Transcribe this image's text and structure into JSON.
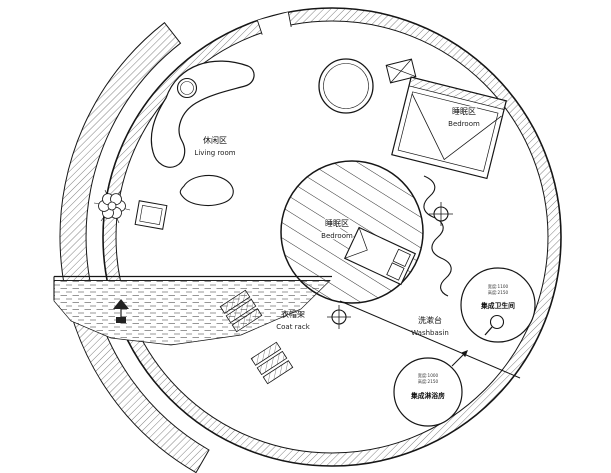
{
  "drawing": {
    "type": "circular floor plan",
    "background": "#ffffff",
    "line_color": "#1a1a1a",
    "wall_hatch_color": "#4a4a4a"
  },
  "labels": {
    "living_room": {
      "zh": "休闲区",
      "en": "Living room"
    },
    "bedroom_upper": {
      "zh": "睡眠区",
      "en": "Bedroom"
    },
    "bedroom_center": {
      "zh": "睡眠区",
      "en": "Bedroom"
    },
    "coat_rack": {
      "zh": "衣帽架",
      "en": "Coat rack"
    },
    "washbasin": {
      "zh": "洗漱台",
      "en": "Washbasin"
    },
    "bathroom": {
      "name": "集成卫生间",
      "spec_line1": "宽度:1100",
      "spec_line2": "高度:2150"
    },
    "shower": {
      "name": "集成淋浴房",
      "spec_line1": "宽度:1000",
      "spec_line2": "高度:2150"
    }
  }
}
